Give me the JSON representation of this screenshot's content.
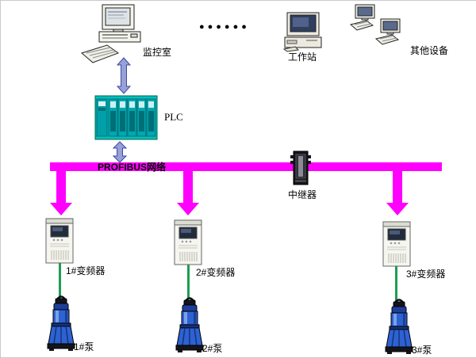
{
  "labels": {
    "monitor_room": "监控室",
    "workstation": "工作站",
    "other_devices": "其他设备",
    "plc": "PLC",
    "bus": "PROFIBUS网络",
    "repeater": "中继器"
  },
  "vfds": [
    {
      "label": "1#变频器"
    },
    {
      "label": "2#变频器"
    },
    {
      "label": "3#变频器"
    }
  ],
  "pumps": [
    {
      "label": "1#泵"
    },
    {
      "label": "2#泵"
    },
    {
      "label": "3#泵"
    }
  ],
  "dots": "●●●●●●",
  "colors": {
    "bus-magenta": "#ff00ff",
    "arrow-blue-fill": "#98a0d8",
    "arrow-blue-stroke": "#3a4aa0",
    "plc-teal": "#00bfbf",
    "plc-teal-mid": "#00a8b0",
    "plc-teal-dark": "#006e76",
    "pump-blue": "#2d62d2",
    "pump-blue-dark": "#16327a",
    "cable-green": "#1e9e50"
  }
}
